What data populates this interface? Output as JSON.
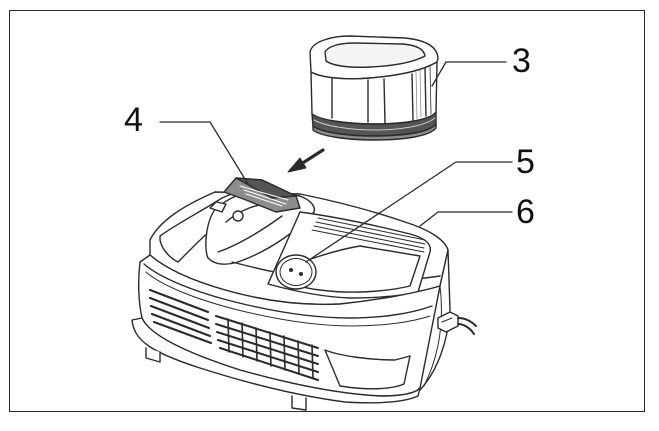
{
  "figure": {
    "callouts": [
      {
        "id": "3",
        "label": "3"
      },
      {
        "id": "4",
        "label": "4"
      },
      {
        "id": "5",
        "label": "5"
      },
      {
        "id": "6",
        "label": "6"
      }
    ]
  },
  "colors": {
    "line": "#2b2b2b",
    "shade_dark": "#555555",
    "shade_mid": "#8c8c8c",
    "shade_light": "#c8c8c8",
    "background": "#ffffff"
  },
  "icons": [
    "arrow-insert-icon"
  ]
}
